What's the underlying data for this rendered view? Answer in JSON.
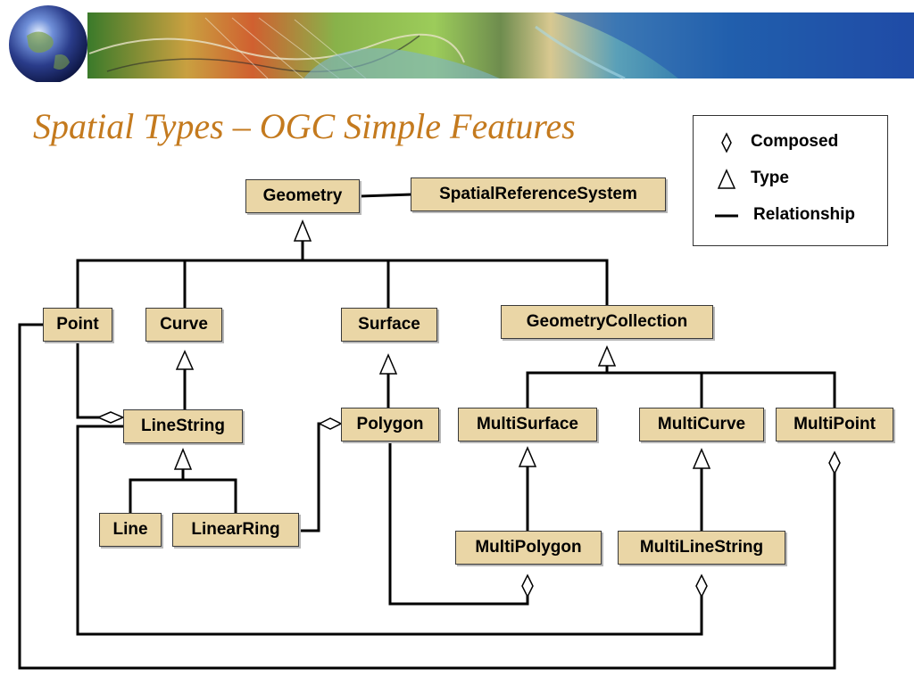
{
  "title": "Spatial Types – OGC Simple Features",
  "legend": {
    "composed": "Composed",
    "type": "Type",
    "relationship": "Relationship"
  },
  "nodes": {
    "geometry": "Geometry",
    "srs": "SpatialReferenceSystem",
    "point": "Point",
    "curve": "Curve",
    "surface": "Surface",
    "geometry_collection": "GeometryCollection",
    "linestring": "LineString",
    "polygon": "Polygon",
    "multisurface": "MultiSurface",
    "multicurve": "MultiCurve",
    "multipoint": "MultiPoint",
    "line": "Line",
    "linearring": "LinearRing",
    "multipolygon": "MultiPolygon",
    "multilinestring": "MultiLineString"
  },
  "colors": {
    "title": "#c47a1e",
    "node_fill": "#ead6a6",
    "line": "#000000"
  },
  "icons": [
    "globe-icon",
    "aerial-map-banner"
  ]
}
